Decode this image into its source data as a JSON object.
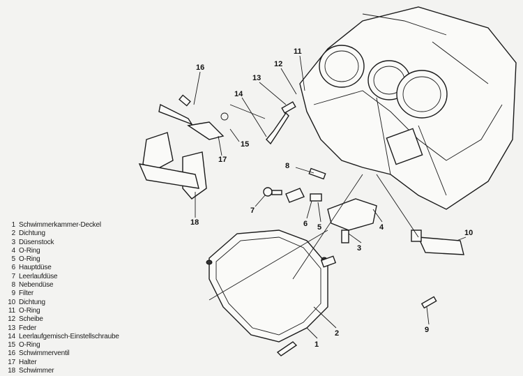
{
  "callouts": {
    "c1": "1",
    "c2": "2",
    "c3": "3",
    "c4": "4",
    "c5": "5",
    "c6": "6",
    "c7": "7",
    "c8": "8",
    "c9": "9",
    "c10": "10",
    "c11": "11",
    "c12": "12",
    "c13": "13",
    "c14": "14",
    "c15": "15",
    "c16": "16",
    "c17": "17",
    "c18": "18"
  },
  "legend": [
    {
      "num": "1",
      "label": "Schwimmerkammer-Deckel"
    },
    {
      "num": "2",
      "label": "Dichtung"
    },
    {
      "num": "3",
      "label": "Düsenstock"
    },
    {
      "num": "4",
      "label": "O-Ring"
    },
    {
      "num": "5",
      "label": "O-Ring"
    },
    {
      "num": "6",
      "label": "Hauptdüse"
    },
    {
      "num": "7",
      "label": "Leerlaufdüse"
    },
    {
      "num": "8",
      "label": "Nebendüse"
    },
    {
      "num": "9",
      "label": "Filter"
    },
    {
      "num": "10",
      "label": "Dichtung"
    },
    {
      "num": "11",
      "label": "O-Ring"
    },
    {
      "num": "12",
      "label": "Scheibe"
    },
    {
      "num": "13",
      "label": "Feder"
    },
    {
      "num": "14",
      "label": "Leerlaufgemisch-Einstellschraube"
    },
    {
      "num": "15",
      "label": "O-Ring"
    },
    {
      "num": "16",
      "label": "Schwimmerventil"
    },
    {
      "num": "17",
      "label": "Halter"
    },
    {
      "num": "18",
      "label": "Schwimmer"
    }
  ]
}
